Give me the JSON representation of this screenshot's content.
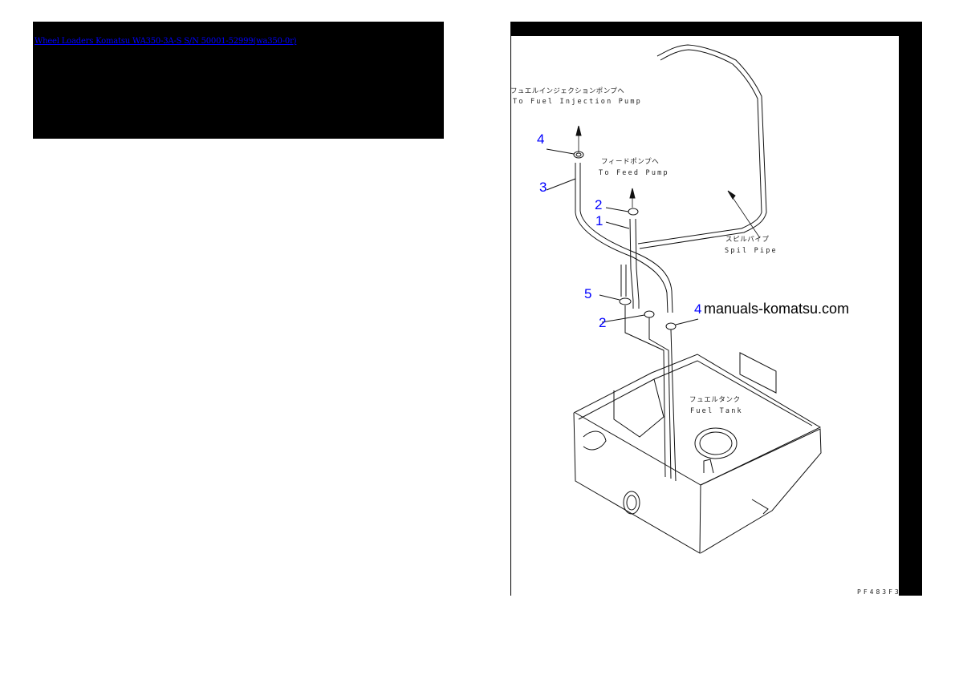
{
  "header": {
    "title_link": "Wheel Loaders Komatsu WA350-3A-S S/N 50001-52999(wa350-0r)",
    "background": "#000000",
    "link_color": "#0000ff"
  },
  "figure": {
    "callouts": [
      {
        "number": "4",
        "part": "clamp-top"
      },
      {
        "number": "3",
        "part": "hose-injection"
      },
      {
        "number": "2",
        "part": "clamp-feed-upper"
      },
      {
        "number": "1",
        "part": "hose-feed"
      },
      {
        "number": "5",
        "part": "clamp-spill"
      },
      {
        "number": "2",
        "part": "clamp-feed-lower"
      },
      {
        "number": "4",
        "part": "clamp-injection-lower"
      }
    ],
    "captions": {
      "injection_jp": "フュエルインジェクションポンプへ",
      "injection_en": "To Fuel Injection Pump",
      "feed_jp": "フィードポンプへ",
      "feed_en": "To Feed Pump",
      "spill_jp": "スピルパイプ",
      "spill_en": "Spil Pipe",
      "tank_jp": "フュエルタンク",
      "tank_en": "Fuel Tank"
    },
    "watermark": "manuals-komatsu.com",
    "drawing_code": "PF483F3",
    "callout_color": "#0000ff"
  }
}
